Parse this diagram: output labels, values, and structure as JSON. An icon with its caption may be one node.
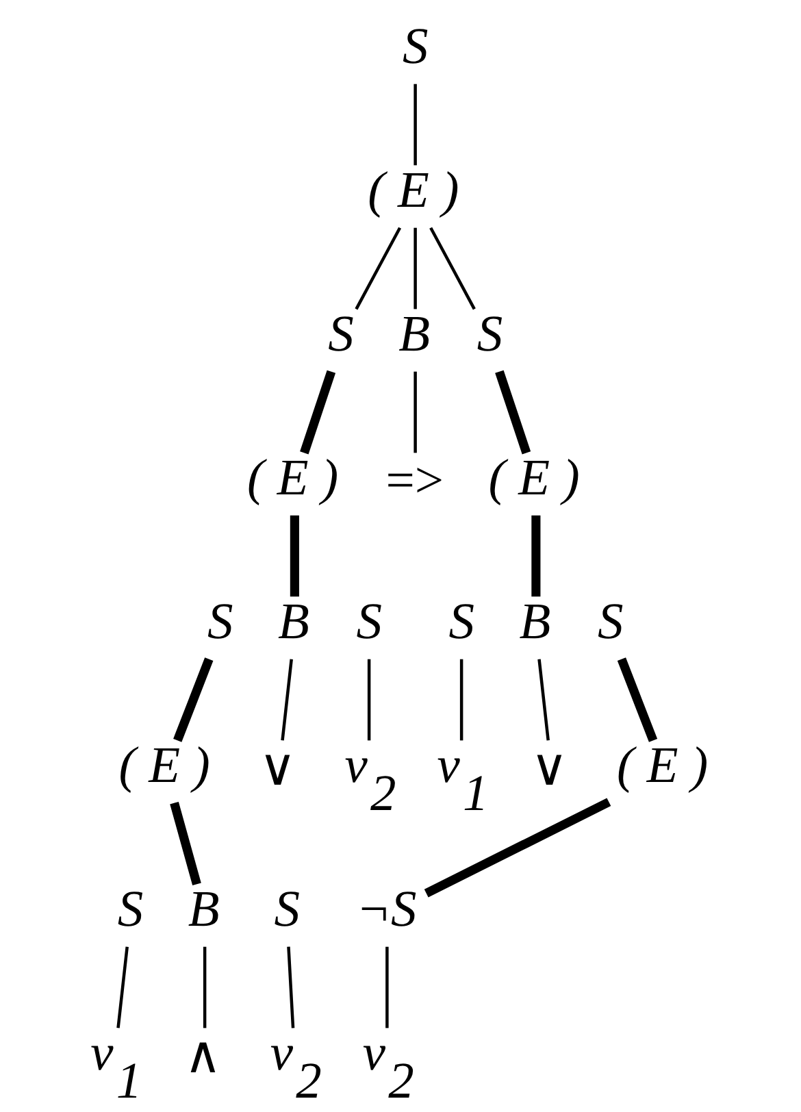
{
  "diagram": {
    "nodes": [
      {
        "text": [
          "S"
        ]
      },
      {
        "text": [
          "( E )"
        ]
      },
      {
        "text": [
          "S"
        ]
      },
      {
        "text": [
          "B"
        ]
      },
      {
        "text": [
          "S"
        ]
      },
      {
        "text": [
          "( E )"
        ]
      },
      {
        "text": [
          "=>"
        ]
      },
      {
        "text": [
          "( E )"
        ]
      },
      {
        "text": [
          "S"
        ]
      },
      {
        "text": [
          "B"
        ]
      },
      {
        "text": [
          "S"
        ]
      },
      {
        "text": [
          "S"
        ]
      },
      {
        "text": [
          "B"
        ]
      },
      {
        "text": [
          "S"
        ]
      },
      {
        "text": [
          "( E )"
        ]
      },
      {
        "text": [
          "∨"
        ]
      },
      {
        "text": [
          "v$_{2}$"
        ]
      },
      {
        "text": [
          "v$_{1}$"
        ]
      },
      {
        "text": [
          "∨"
        ]
      },
      {
        "text": [
          "( E )"
        ]
      },
      {
        "text": [
          "S"
        ]
      },
      {
        "text": [
          "B"
        ]
      },
      {
        "text": [
          "S"
        ]
      },
      {
        "text": [
          "¬S"
        ]
      },
      {
        "text": [
          "v$_{1}$"
        ]
      },
      {
        "text": [
          "∧"
        ]
      },
      {
        "text": [
          "v$_{2}$"
        ]
      },
      {
        "text": [
          "v$_{2}$"
        ]
      }
    ],
    "edges": [
      {
        "from": 0,
        "to": 1,
        "arrow": "none"
      },
      {
        "from": 1,
        "to": 2,
        "arrow": "none"
      },
      {
        "from": 1,
        "to": 3,
        "arrow": "none"
      },
      {
        "from": 1,
        "to": 4,
        "arrow": "none"
      },
      {
        "from": 2,
        "to": 5,
        "arrow": "none",
        "style": "thick"
      },
      {
        "from": 3,
        "to": 6,
        "arrow": "none"
      },
      {
        "from": 4,
        "to": 7,
        "arrow": "none",
        "style": "thick"
      },
      {
        "from": 5,
        "to": 9,
        "arrow": "none",
        "style": "thick"
      },
      {
        "from": 7,
        "to": 12,
        "arrow": "none",
        "style": "thick"
      },
      {
        "from": 8,
        "to": 14,
        "arrow": "none",
        "style": "thick"
      },
      {
        "from": 9,
        "to": 15,
        "arrow": "none"
      },
      {
        "from": 10,
        "to": 16,
        "arrow": "none"
      },
      {
        "from": 11,
        "to": 17,
        "arrow": "none"
      },
      {
        "from": 12,
        "to": 18,
        "arrow": "none"
      },
      {
        "from": 13,
        "to": 19,
        "arrow": "none",
        "style": "thick"
      },
      {
        "from": 14,
        "to": 21,
        "arrow": "none",
        "style": "thick"
      },
      {
        "from": 19,
        "to": 23,
        "arrow": "none",
        "style": "thick"
      },
      {
        "from": 20,
        "to": 24,
        "arrow": "none"
      },
      {
        "from": 21,
        "to": 25,
        "arrow": "none"
      },
      {
        "from": 22,
        "to": 26,
        "arrow": "none"
      },
      {
        "from": 23,
        "to": 27,
        "arrow": "none"
      }
    ]
  }
}
